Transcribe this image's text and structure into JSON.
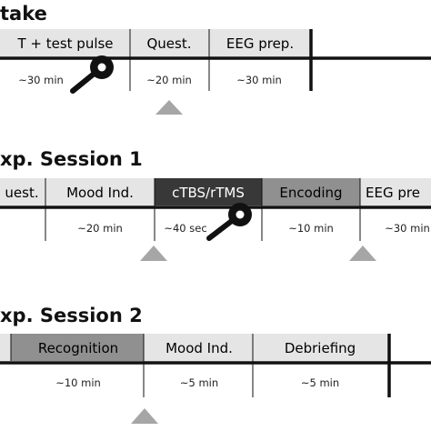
{
  "colors": {
    "light": "#e5e5e5",
    "mid": "#909090",
    "dark": "#383838",
    "line": "#111111",
    "marker": "#a6a6a6",
    "coil": "#111111"
  },
  "sections": [
    {
      "title": "take",
      "blocks": [
        {
          "label": "T + test pulse",
          "duration": "~30 min",
          "shade": "light"
        },
        {
          "label": "Quest.",
          "duration": "~20 min",
          "shade": "light"
        },
        {
          "label": "EEG prep.",
          "duration": "~30 min",
          "shade": "light"
        }
      ],
      "marker_count": 1,
      "tms_coil_count": 1
    },
    {
      "title": "xp. Session 1",
      "blocks": [
        {
          "label": "uest.",
          "duration": "",
          "shade": "light"
        },
        {
          "label": "Mood Ind.",
          "duration": "~20 min",
          "shade": "light"
        },
        {
          "label": "cTBS/rTMS",
          "duration": "~40 sec",
          "shade": "dark"
        },
        {
          "label": "Encoding",
          "duration": "~10 min",
          "shade": "mid"
        },
        {
          "label": "EEG pre",
          "duration": "~30 min",
          "shade": "light"
        }
      ],
      "marker_count": 2,
      "tms_coil_count": 1
    },
    {
      "title": "xp. Session 2",
      "blocks": [
        {
          "label": "",
          "duration": "",
          "shade": "light"
        },
        {
          "label": "Recognition",
          "duration": "~10 min",
          "shade": "mid"
        },
        {
          "label": "Mood Ind.",
          "duration": "~5 min",
          "shade": "light"
        },
        {
          "label": "Debriefing",
          "duration": "~5 min",
          "shade": "light"
        }
      ],
      "marker_count": 1,
      "tms_coil_count": 0
    }
  ]
}
